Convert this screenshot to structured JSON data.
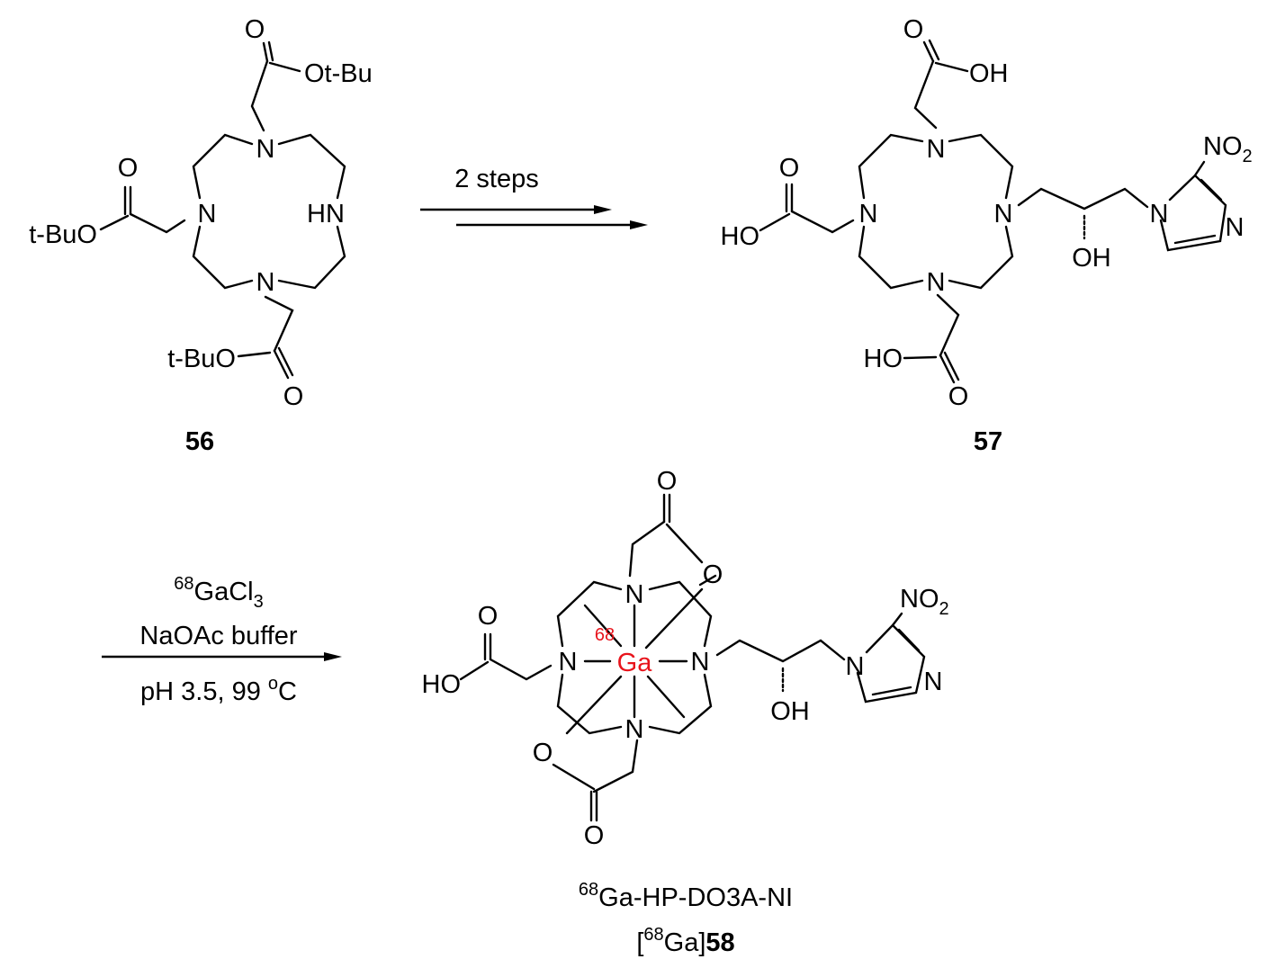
{
  "colors": {
    "gallium": "#e8141c",
    "ink": "#000000",
    "background": "#ffffff"
  },
  "compound_56": {
    "number": "56",
    "atoms": {
      "n": "N",
      "hn": "HN",
      "o": "O",
      "otbu": "Ot-Bu",
      "tbuo": "t-BuO"
    }
  },
  "step1": {
    "label": "2 steps"
  },
  "compound_57": {
    "number": "57",
    "atoms": {
      "n": "N",
      "o": "O",
      "oh": "OH",
      "ho": "HO",
      "no": "NO",
      "no_sub": "2"
    }
  },
  "step2": {
    "reagent_sup": "68",
    "reagent_main": "GaCl",
    "reagent_sub": "3",
    "buffer": "NaOAc buffer",
    "conditions_main": "pH 3.5, 99 ",
    "conditions_sup": "o",
    "conditions_unit": "C"
  },
  "compound_58": {
    "metal": "Ga",
    "metal_isotope": "68",
    "name_sup": "68",
    "name_main": "Ga-HP-DO3A-NI",
    "label_open": "[",
    "label_sup": "68",
    "label_mid": "Ga]",
    "number": "58",
    "atoms": {
      "n": "N",
      "o": "O",
      "oh": "OH",
      "ho": "HO",
      "no": "NO",
      "no_sub": "2"
    }
  }
}
